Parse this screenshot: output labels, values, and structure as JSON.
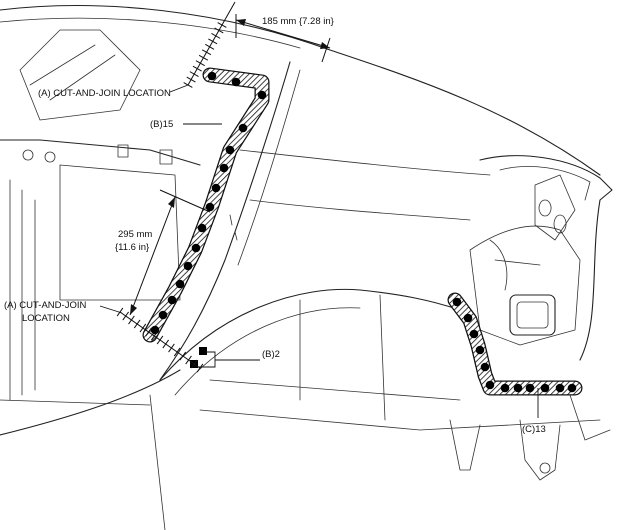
{
  "labels": {
    "cut_join_top": "(A) CUT-AND-JOIN LOCATION",
    "cut_join_left_1": "(A) CUT-AND-JOIN",
    "cut_join_left_2": "LOCATION",
    "b15": "(B)15",
    "b2": "(B)2",
    "c13": "(C)13",
    "dim_top": "185 mm {7.28 in}",
    "dim_left_1": "295 mm",
    "dim_left_2": "{11.6 in}"
  },
  "colors": {
    "line": "#222222",
    "weld_band": "#111111",
    "spot_weld": "#000000",
    "background": "#ffffff"
  }
}
